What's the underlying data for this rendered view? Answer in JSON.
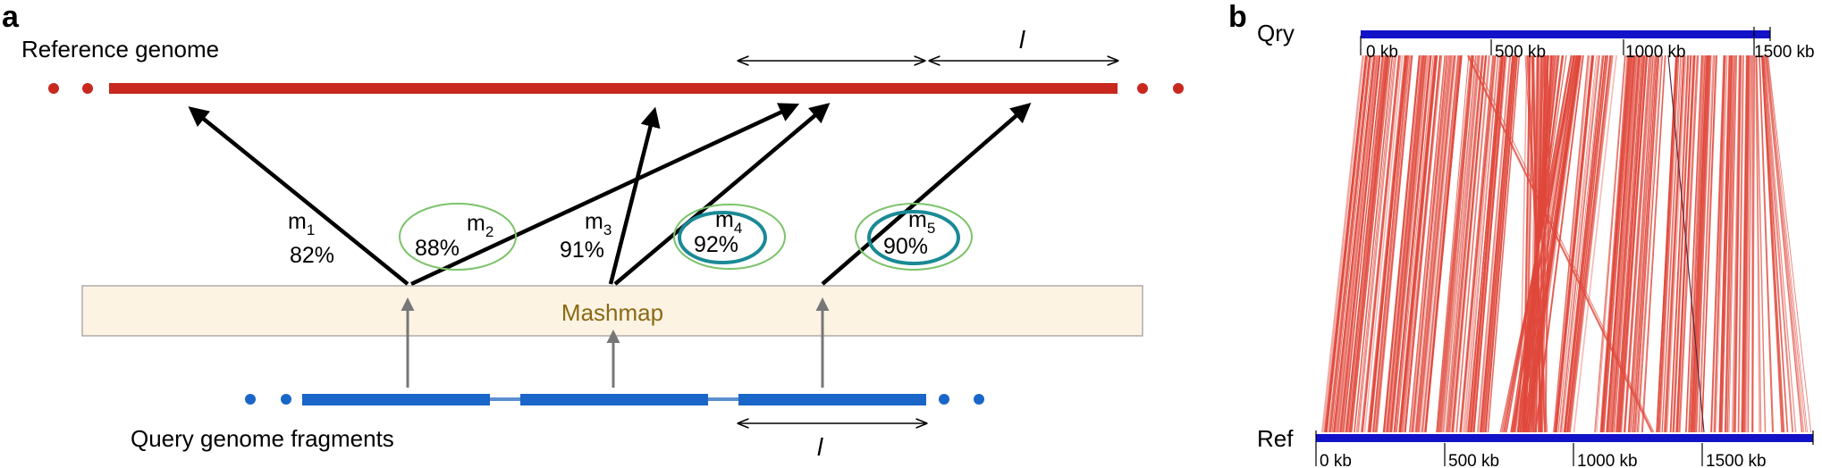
{
  "panel_a": {
    "letter": "a",
    "reference_label": "Reference genome",
    "query_label": "Query genome fragments",
    "tool_label": "Mashmap",
    "length_label_top": "l",
    "length_label_bottom": "l",
    "mappings": [
      {
        "name": "m",
        "sub": "1",
        "pct": "82%",
        "highlight": "none"
      },
      {
        "name": "m",
        "sub": "2",
        "pct": "88%",
        "highlight": "outer"
      },
      {
        "name": "m",
        "sub": "3",
        "pct": "91%",
        "highlight": "none"
      },
      {
        "name": "m",
        "sub": "4",
        "pct": "92%",
        "highlight": "double"
      },
      {
        "name": "m",
        "sub": "5",
        "pct": "90%",
        "highlight": "double"
      }
    ],
    "colors": {
      "reference": "#c8281e",
      "query": "#1a66c8",
      "mashmap_box": "#fdf3e3",
      "outer_ellipse": "#7cc36a",
      "inner_ellipse": "#1a8a96"
    }
  },
  "panel_b": {
    "letter": "b",
    "query_axis_label": "Qry",
    "reference_axis_label": "Ref",
    "query_ticks": [
      "0 kb",
      "500 kb",
      "1000 kb",
      "1500 kb"
    ],
    "reference_ticks": [
      "0 kb",
      "500 kb",
      "1000 kb",
      "1500 kb"
    ],
    "colors": {
      "axis": "#1212c8",
      "alignment": "#e0473a"
    }
  }
}
